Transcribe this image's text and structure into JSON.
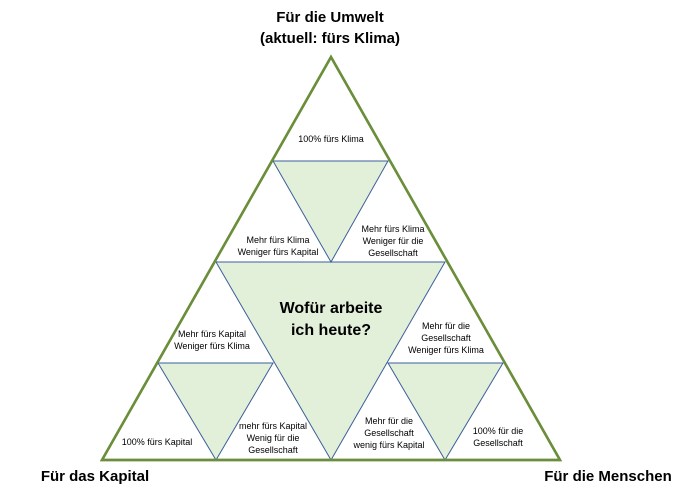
{
  "corners": {
    "top": [
      "Für die Umwelt",
      "(aktuell: fürs Klima)"
    ],
    "bottom_left": "Für das Kapital",
    "bottom_right": "Für die Menschen"
  },
  "center": [
    "Wofür arbeite",
    "ich heute?"
  ],
  "regions": {
    "top": "100% fürs Klima",
    "upper_left": [
      "Mehr fürs Klima",
      "Weniger fürs Kapital"
    ],
    "upper_right": [
      "Mehr fürs Klima",
      "Weniger für die",
      "Gesellschaft"
    ],
    "mid_left": [
      "Mehr fürs Kapital",
      "Weniger fürs Klima"
    ],
    "mid_right": [
      "Mehr für die",
      "Gesellschaft",
      "Weniger fürs Klima"
    ],
    "bottom_left_corner": "100% fürs Kapital",
    "bottom_left_inner": [
      "mehr fürs Kapital",
      "Wenig für die",
      "Gesellschaft"
    ],
    "bottom_right_inner": [
      "Mehr für die",
      "Gesellschaft",
      "wenig fürs Kapital"
    ],
    "bottom_right_corner": [
      "100% für die",
      "Gesellschaft"
    ]
  },
  "colors": {
    "outline": "#6b8e3a",
    "inner_stroke": "#3b5f9c",
    "fill": "#e2efd9"
  }
}
